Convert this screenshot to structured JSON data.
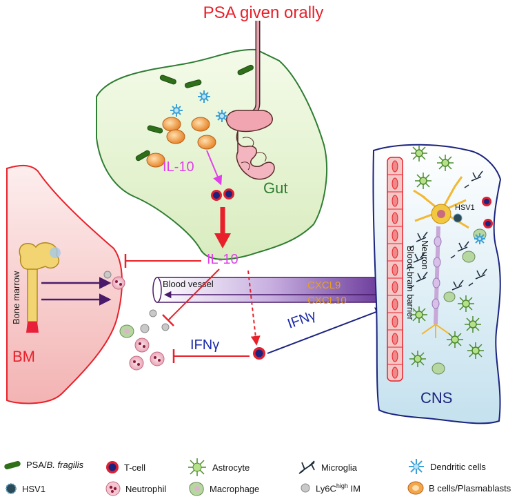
{
  "title": "PSA given orally",
  "regions": {
    "gut": "Gut",
    "bm": "BM",
    "cns": "CNS",
    "bone_marrow": "Bone marrow",
    "blood_vessel": "Blood vessel",
    "bbb": "Blood-brain barrier",
    "neuron": "Neuron",
    "hsv1_small": "HSV1"
  },
  "signals": {
    "il10_gut": "IL-10",
    "il10_main": "IL-10",
    "cxcl9": "CXCL9",
    "cxcl10": "CXCL10",
    "ifng_left": "IFNγ",
    "ifng_right": "IFNγ"
  },
  "legend": {
    "psa_prefix": "PSA/",
    "psa_italic": "B. fragilis",
    "tcell": "T-cell",
    "astrocyte": "Astrocyte",
    "microglia": "Microglia",
    "dendritic": "Dendritic cells",
    "hsv1": "HSV1",
    "neutrophil": "Neutrophil",
    "macrophage": "Macrophage",
    "ly6c_prefix": "Ly6C",
    "ly6c_sup": "high",
    "ly6c_suffix": " IM",
    "bcells": "B cells/Plasmablasts"
  },
  "colors": {
    "title_red": "#e8202a",
    "inhibit_red": "#e8202a",
    "il10_magenta": "#e040e8",
    "gut_green": "#2e7d32",
    "gut_fill": "#e4f2cf",
    "bm_fill": "#f6c9c9",
    "cns_fill": "#d3e8f2",
    "ifng_blue": "#1c2aa8",
    "cxcl_orange": "#e8a020",
    "vessel_purple": "#6a3a9a",
    "bacteria_green": "#2f6f1a"
  }
}
